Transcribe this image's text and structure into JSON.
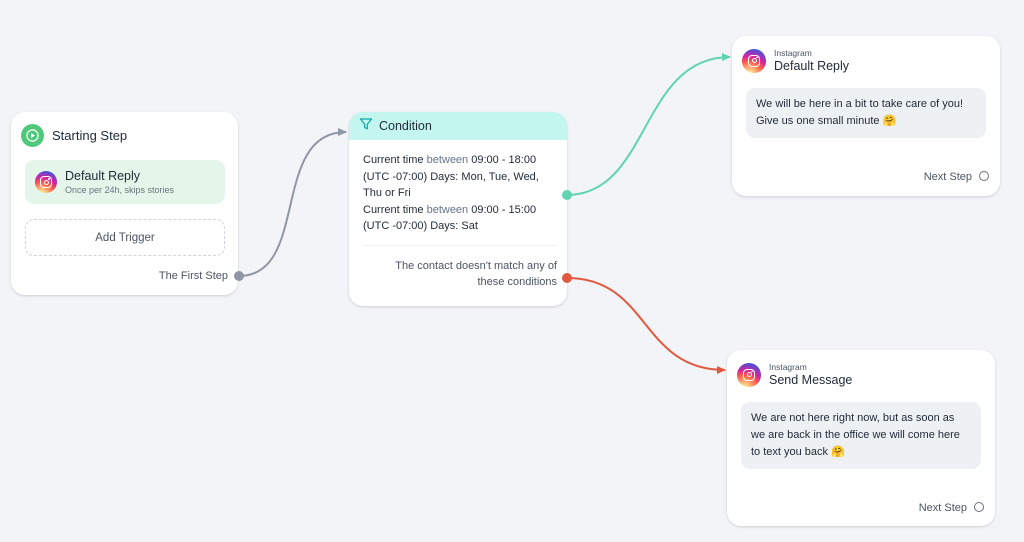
{
  "start": {
    "title": "Starting Step",
    "trigger": {
      "title": "Default Reply",
      "subtitle": "Once per 24h, skips stories"
    },
    "add_trigger_label": "Add Trigger",
    "next_label": "The First Step"
  },
  "condition": {
    "title": "Condition",
    "rules": [
      {
        "prefix": "Current time ",
        "keyword": "between",
        "rest": " 09:00 - 18:00 (UTC -07:00) Days: Mon, Tue, Wed, Thu or Fri"
      },
      {
        "prefix": "Current time ",
        "keyword": "between",
        "rest": " 09:00 - 15:00 (UTC -07:00) Days: Sat"
      }
    ],
    "no_match_label": "The contact doesn't match any of these conditions"
  },
  "messages": {
    "default_reply": {
      "platform": "Instagram",
      "title": "Default Reply",
      "text": "We will be here in a bit to take care of you! Give us one small minute 🤗",
      "next_label": "Next Step"
    },
    "send_message": {
      "platform": "Instagram",
      "title": "Send Message",
      "text": "We are not here right now, but as soon as we are back in the office we will come here to text you back 🤗",
      "next_label": "Next Step"
    }
  },
  "colors": {
    "canvas_bg": "#f2f4f7",
    "start_green": "#4ec97b",
    "trigger_bg": "#e4f6ea",
    "condition_header": "#c2f6ef",
    "edge_gray": "#8f96a6",
    "edge_match": "#5fd4b0",
    "edge_nomatch": "#e0593f"
  },
  "icons": {
    "start": "play-icon",
    "condition": "filter-icon",
    "channel": "instagram-icon"
  }
}
